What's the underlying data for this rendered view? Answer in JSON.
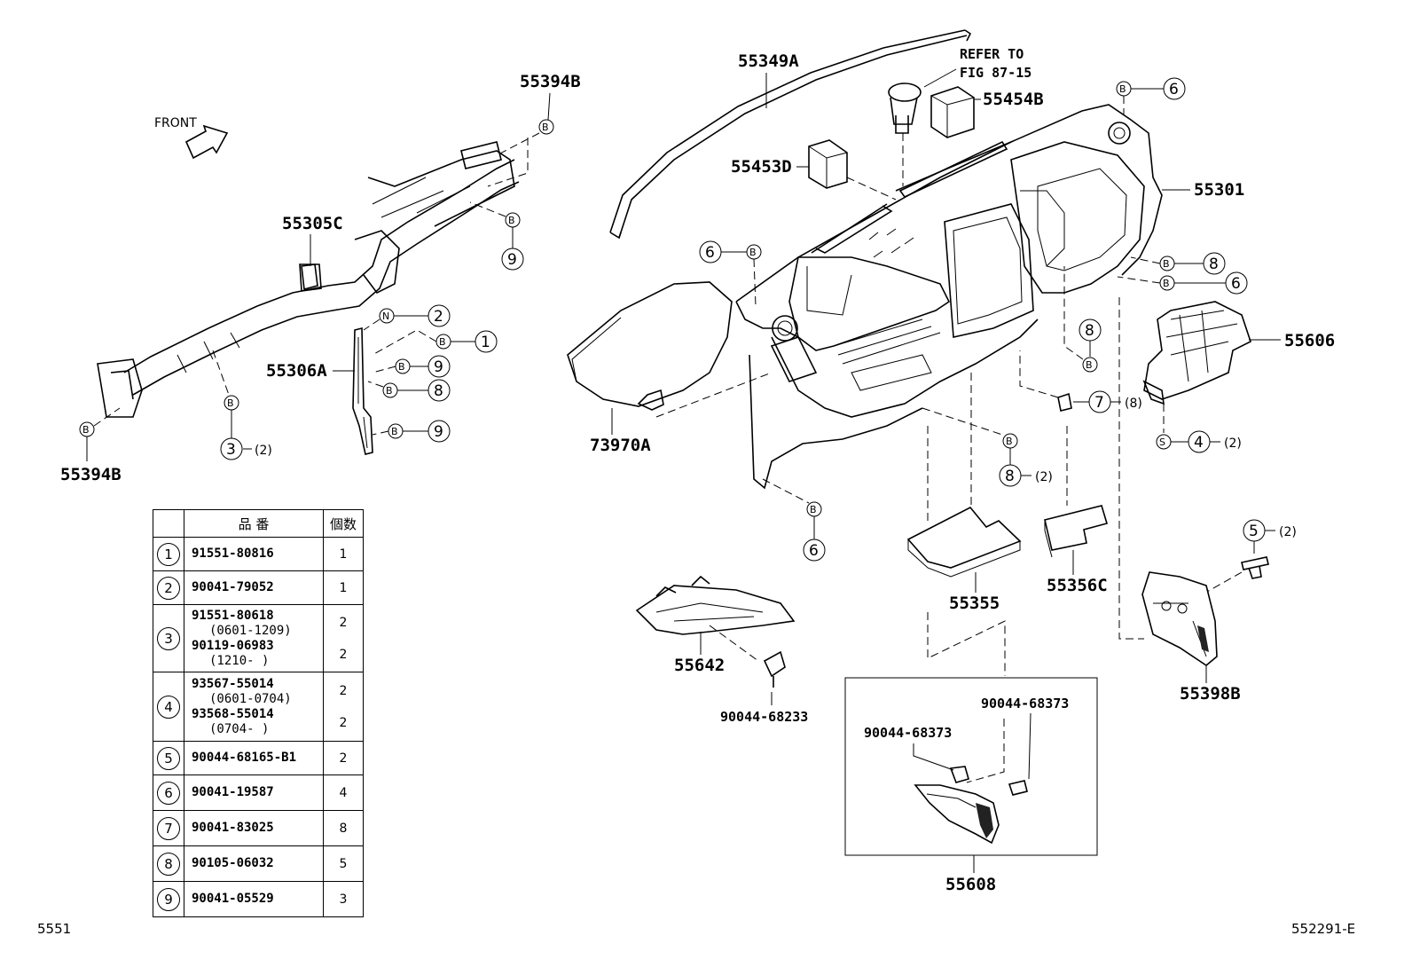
{
  "front_label": "FRONT",
  "parts": {
    "p55394B_top": "55394B",
    "p55394B_bottom": "55394B",
    "p55305C": "55305C",
    "p55306A": "55306A",
    "p55349A": "55349A",
    "refer_to_line1": "REFER TO",
    "refer_to_line2": "FIG 87-15",
    "p55454B": "55454B",
    "p55453D": "55453D",
    "p55301": "55301",
    "p55606": "55606",
    "p73970A": "73970A",
    "p55355": "55355",
    "p55356C": "55356C",
    "p55642": "55642",
    "p90044_68233": "90044-68233",
    "p55398B": "55398B",
    "p55608": "55608",
    "p90044_68373_a": "90044-68373",
    "p90044_68373_b": "90044-68373"
  },
  "fastener_refs": {
    "ref_b": "B",
    "ref_n": "N",
    "ref_s": "S"
  },
  "callouts": {
    "qty_2": "(2)",
    "qty_8": "(8)"
  },
  "table": {
    "header_part": "品 番",
    "header_qty": "個数",
    "rows": [
      {
        "num": "1",
        "parts": [
          "91551-80816"
        ],
        "ranges": [],
        "qtys": [
          "1"
        ]
      },
      {
        "num": "2",
        "parts": [
          "90041-79052"
        ],
        "ranges": [],
        "qtys": [
          "1"
        ]
      },
      {
        "num": "3",
        "parts": [
          "91551-80618",
          "90119-06983"
        ],
        "ranges": [
          "(0601-1209)",
          "(1210-      )"
        ],
        "qtys": [
          "2",
          "2"
        ]
      },
      {
        "num": "4",
        "parts": [
          "93567-55014",
          "93568-55014"
        ],
        "ranges": [
          "(0601-0704)",
          "(0704-      )"
        ],
        "qtys": [
          "2",
          "2"
        ]
      },
      {
        "num": "5",
        "parts": [
          "90044-68165-B1"
        ],
        "ranges": [],
        "qtys": [
          "2"
        ]
      },
      {
        "num": "6",
        "parts": [
          "90041-19587"
        ],
        "ranges": [],
        "qtys": [
          "4"
        ]
      },
      {
        "num": "7",
        "parts": [
          "90041-83025"
        ],
        "ranges": [],
        "qtys": [
          "8"
        ]
      },
      {
        "num": "8",
        "parts": [
          "90105-06032"
        ],
        "ranges": [],
        "qtys": [
          "5"
        ]
      },
      {
        "num": "9",
        "parts": [
          "90041-05529"
        ],
        "ranges": [],
        "qtys": [
          "3"
        ]
      }
    ]
  },
  "footer": {
    "left": "5551",
    "right": "552291-E"
  }
}
